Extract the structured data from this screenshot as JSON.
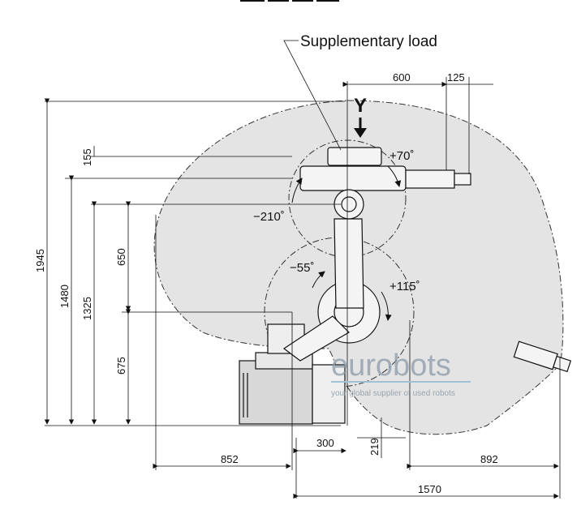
{
  "diagram": {
    "callout_label": "Supplementary load",
    "axis_label": "Y",
    "angles": {
      "a1": "+70˚",
      "a2": "−210˚",
      "a3": "−55˚",
      "a4": "+115˚"
    },
    "dimensions": {
      "top_600": "600",
      "top_125": "125",
      "left_1945": "1945",
      "left_1480": "1480",
      "left_1325": "1325",
      "left_155": "155",
      "left_650": "650",
      "left_675": "675",
      "bottom_300": "300",
      "bottom_219": "219",
      "bottom_852": "852",
      "bottom_892": "892",
      "bottom_1570": "1570"
    },
    "watermark": {
      "brand": "eurobots",
      "tagline": "your global supplier of used robots"
    },
    "colors": {
      "envelope_fill": "#e4e4e4",
      "line": "#111111",
      "watermark": "#8a9aa8",
      "watermark_rule": "#9fc2d6"
    }
  }
}
